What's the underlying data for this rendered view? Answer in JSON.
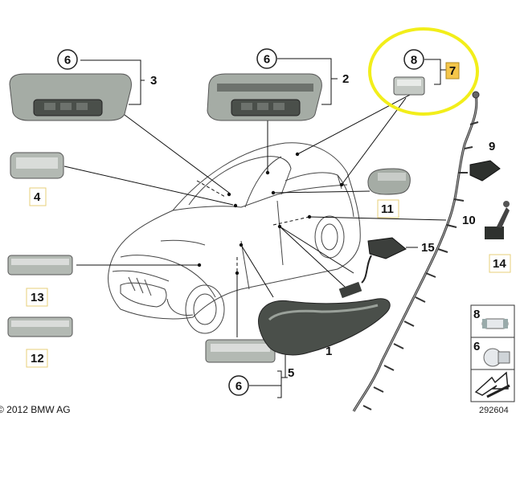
{
  "callouts": {
    "c1": "1",
    "c2": "2",
    "c3": "3",
    "c4": "4",
    "c5": "5",
    "c6a": "6",
    "c6b": "6",
    "c6c": "6",
    "c7": "7",
    "c8": "8",
    "c9": "9",
    "c10": "10",
    "c11": "11",
    "c12": "12",
    "c13": "13",
    "c14": "14",
    "c15": "15"
  },
  "bulb_legend": {
    "a": "8",
    "b": "6"
  },
  "footer": {
    "copyright": "© 2012 BMW AG",
    "diagram_number": "292604"
  },
  "colors": {
    "highlight_ring": "#f2ee1a",
    "highlight_box": "#f5c64a",
    "part_gray": "#9aa19a"
  }
}
